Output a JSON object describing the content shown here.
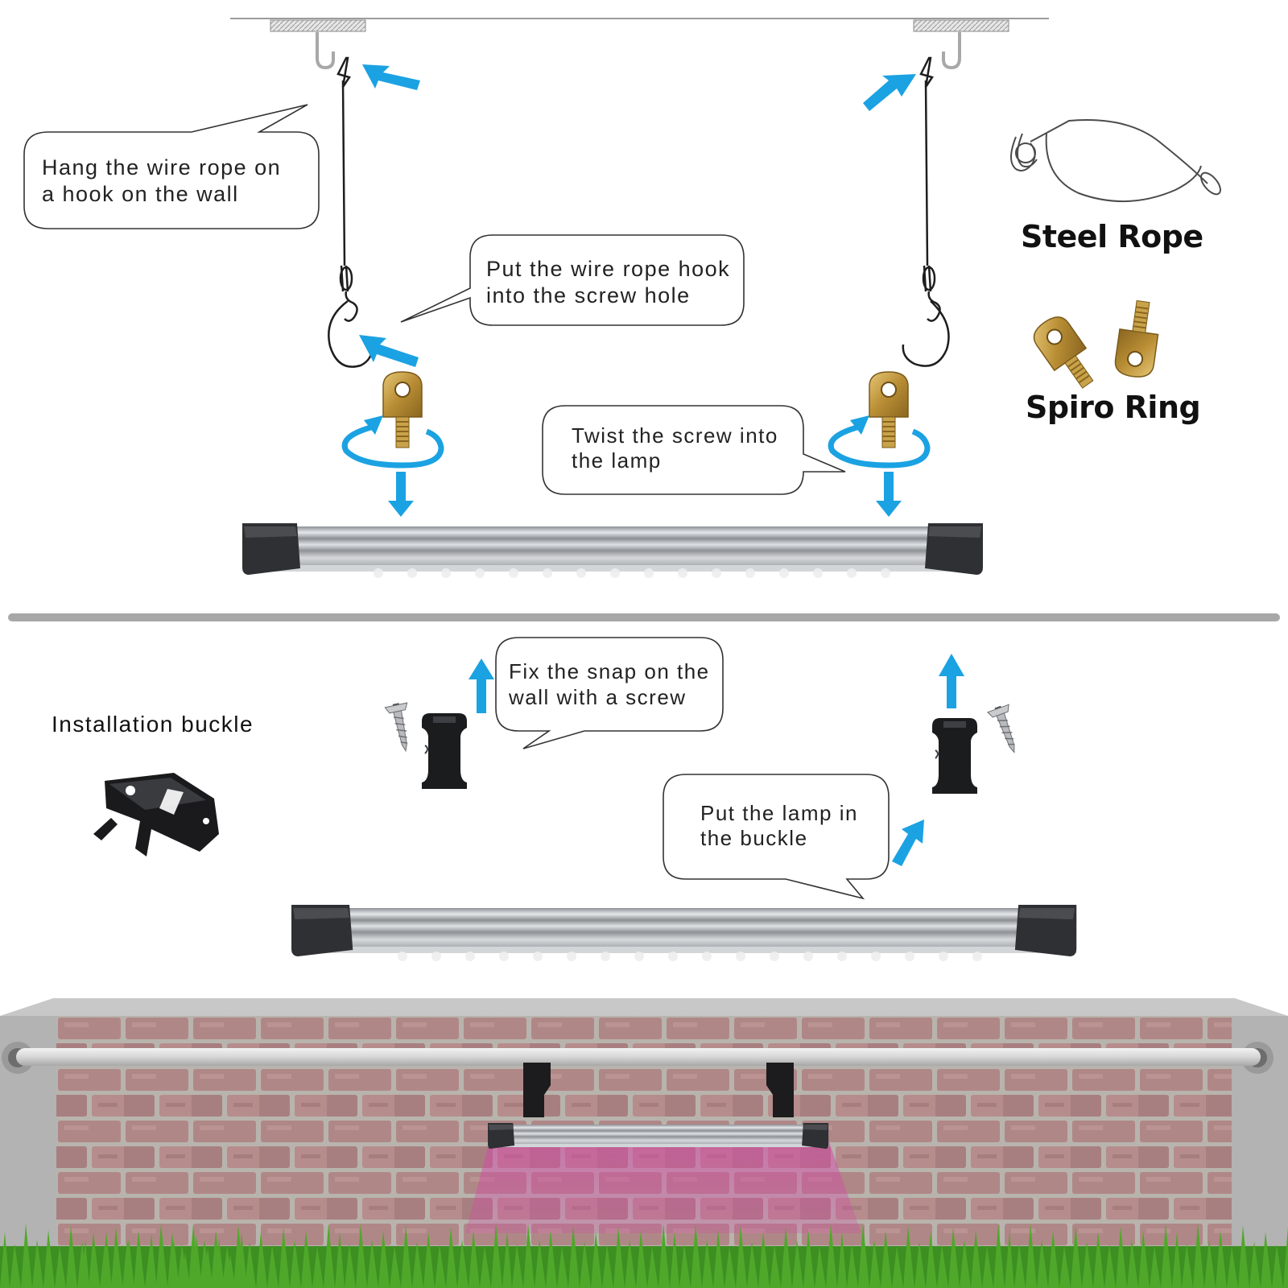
{
  "callouts": {
    "hang_wire": [
      "Hang the wire rope on",
      "a hook on the wall"
    ],
    "wire_hook": [
      "Put the wire rope hook",
      "into the screw hole"
    ],
    "twist_screw": [
      "Twist the screw into",
      "the lamp"
    ],
    "fix_snap": [
      "Fix the snap on the",
      "wall with a screw"
    ],
    "put_lamp": [
      "Put the lamp in",
      "the buckle"
    ]
  },
  "labels": {
    "steel_rope": "Steel Rope",
    "spiro_ring": "Spiro Ring",
    "installation_buckle": "Installation buckle"
  },
  "icons": [
    "ceiling-hook-icon",
    "steel-rope-icon",
    "spiro-ring-icon",
    "screw-icon",
    "installation-buckle-icon",
    "arrow-icon",
    "rotate-arrow-icon"
  ],
  "colors": {
    "arrow": "#1ba2e2",
    "grow_light": "#d24aa6",
    "brass": "#c9a34a",
    "lamp_cap": "#2f3033",
    "lamp_body": "#c4c8cc",
    "grass": "#3d8f22"
  }
}
